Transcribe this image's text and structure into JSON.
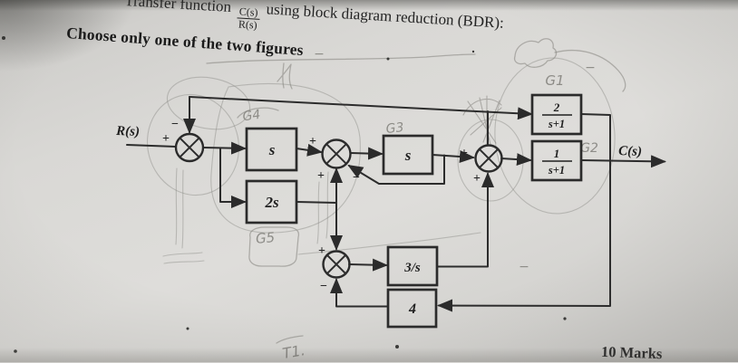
{
  "page": {
    "title_prefix": "Transfer function",
    "title_fraction_num": "C(s)",
    "title_fraction_den": "R(s)",
    "title_suffix": "using  block diagram reduction  (BDR):",
    "subtitle": "Choose only one of the two figures",
    "marks": "10 Marks"
  },
  "diagram": {
    "input_label": "R(s)",
    "output_label": "C(s)",
    "blocks": {
      "g4": {
        "label": "s"
      },
      "g5": {
        "label": "2s"
      },
      "g3": {
        "label": "s"
      },
      "b3s": {
        "label": "3/s"
      },
      "b4": {
        "label": "4"
      },
      "g1": {
        "num": "2",
        "den": "s+1"
      },
      "g2": {
        "num": "1",
        "den": "s+1"
      }
    },
    "sums": {
      "s1": {
        "left": "+",
        "top": "−"
      },
      "s2": {
        "left": "+",
        "bottom": "+",
        "feedback": "−"
      },
      "s3": {
        "left": "+",
        "bottom": "+"
      },
      "s4": {
        "top": "+",
        "bottom": "−"
      }
    }
  },
  "pencil": {
    "g1": "G1",
    "g2": "G2",
    "g3": "G3",
    "g4": "G4",
    "g5": "G5",
    "t1": "T1.",
    "minus_top": "−",
    "minus_right": "−",
    "minus_mid": "−"
  }
}
